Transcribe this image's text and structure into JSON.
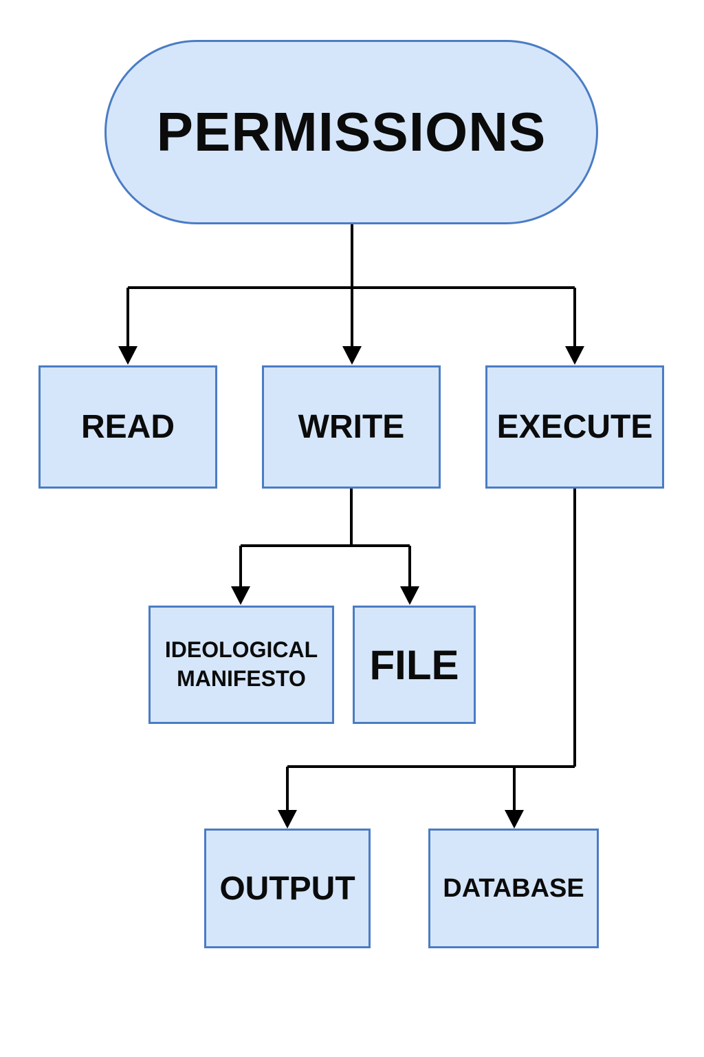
{
  "diagram": {
    "root": {
      "label": "PERMISSIONS"
    },
    "nodes": {
      "read": "READ",
      "write": "WRITE",
      "execute": "EXECUTE",
      "manifesto_line1": "IDEOLOGICAL",
      "manifesto_line2": "MANIFESTO",
      "file": "FILE",
      "output": "OUTPUT",
      "database": "DATABASE"
    },
    "edges": [
      [
        "PERMISSIONS",
        "READ"
      ],
      [
        "PERMISSIONS",
        "WRITE"
      ],
      [
        "PERMISSIONS",
        "EXECUTE"
      ],
      [
        "WRITE",
        "IDEOLOGICAL MANIFESTO"
      ],
      [
        "WRITE",
        "FILE"
      ],
      [
        "EXECUTE",
        "OUTPUT"
      ],
      [
        "EXECUTE",
        "DATABASE"
      ]
    ],
    "colors": {
      "fill": "#d6e6fa",
      "border": "#4a7cc4",
      "line": "#000000",
      "text": "#0b0b0b"
    }
  }
}
